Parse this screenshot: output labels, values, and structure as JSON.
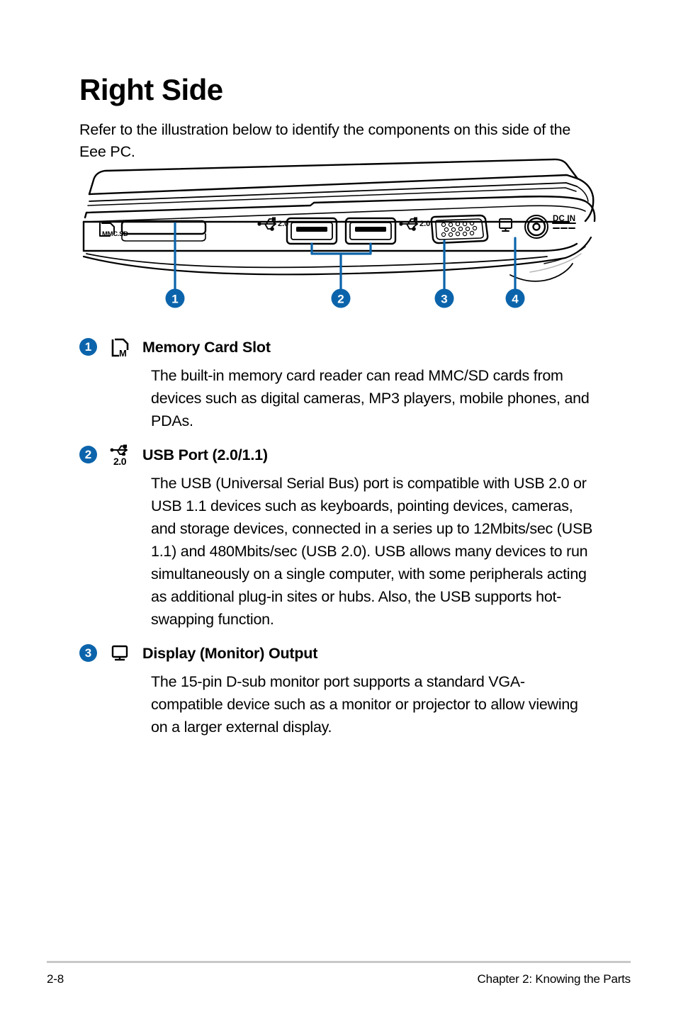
{
  "page": {
    "title": "Right Side",
    "intro": "Refer to the illustration below to identify the components on this side of the Eee PC."
  },
  "illustration": {
    "alt": "Right side view of the Eee PC showing memory card slot, two USB 2.0 ports, VGA display output and DC IN power jack",
    "port_labels": {
      "card_slot": "MMC.SD",
      "usb_left": "2.0",
      "usb_right": "2.0",
      "dc_in": "DC IN"
    },
    "callouts": [
      {
        "number": "1",
        "target": "memory-card-slot"
      },
      {
        "number": "2",
        "target": "usb-ports"
      },
      {
        "number": "3",
        "target": "display-output"
      },
      {
        "number": "4",
        "target": "power-dc-in"
      }
    ]
  },
  "components": [
    {
      "number": "1",
      "icon": "memory-card-icon",
      "icon_text": "M",
      "title": "Memory Card Slot",
      "body": "The built-in memory card reader can read MMC/SD cards from devices such as digital cameras, MP3 players, mobile phones, and PDAs."
    },
    {
      "number": "2",
      "icon": "usb-icon",
      "icon_text": "2.0",
      "title": "USB Port (2.0/1.1)",
      "body": "The USB (Universal Serial Bus) port is compatible with USB 2.0 or USB 1.1 devices such as keyboards, pointing devices, cameras, and storage devices, connected in a series up to 12Mbits/sec (USB 1.1) and 480Mbits/sec (USB 2.0). USB allows many devices to run simultaneously on a single computer, with some peripherals acting as additional plug-in sites or hubs. Also, the USB supports hot-swapping function."
    },
    {
      "number": "3",
      "icon": "display-monitor-icon",
      "icon_text": "",
      "title": "Display (Monitor) Output",
      "body": "The 15-pin D-sub monitor port supports a standard VGA-compatible device such as a monitor or projector to allow viewing on a larger external display."
    }
  ],
  "footer": {
    "page_number": "2-8",
    "chapter": "Chapter 2: Knowing the Parts"
  },
  "colors": {
    "accent_blue": "#0b64ab",
    "rule_gray": "#c8c8c8",
    "text_black": "#000000"
  }
}
